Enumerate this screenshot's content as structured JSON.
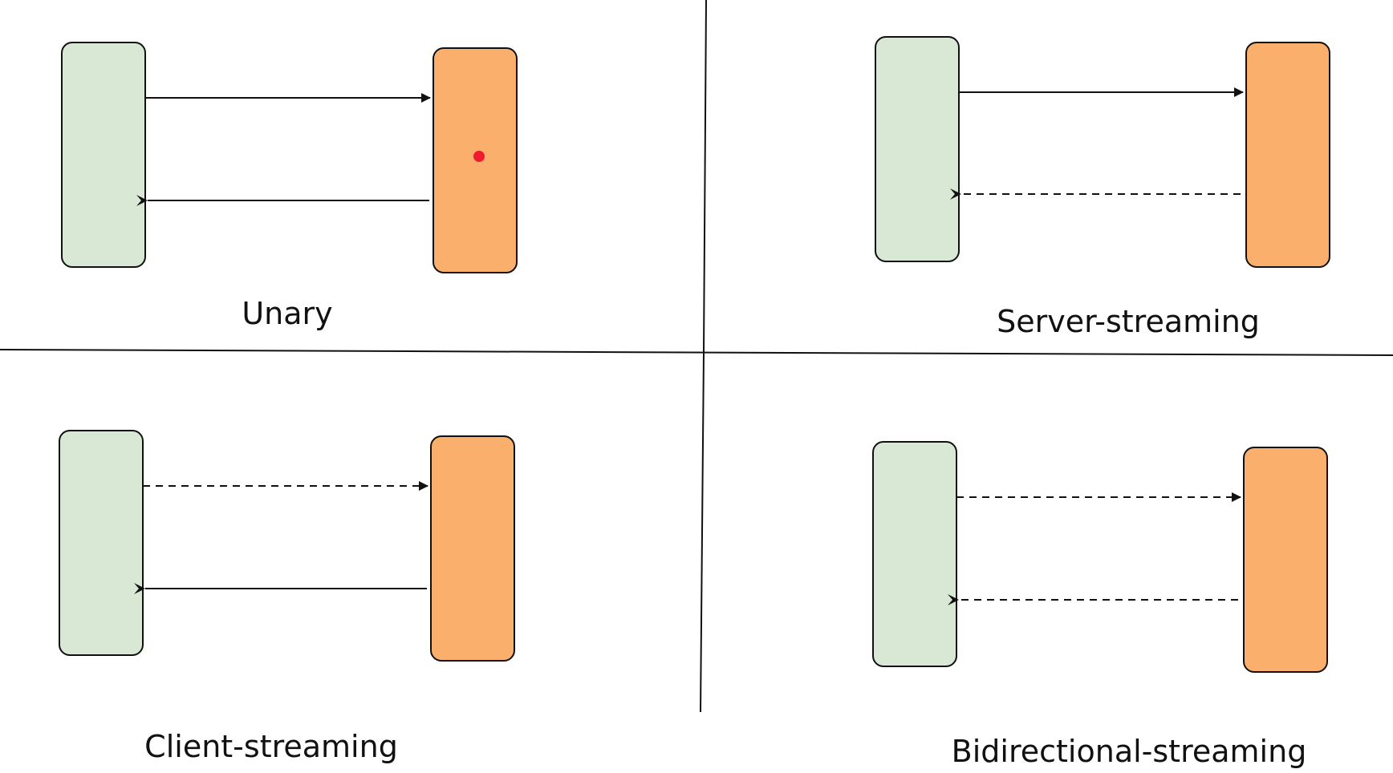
{
  "colors": {
    "client_fill": "#d9e8d4",
    "server_fill": "#fab06c",
    "stroke": "#111111",
    "cursor_dot": "#ee1c2e"
  },
  "panels": [
    {
      "id": "unary",
      "label": "Unary",
      "request": "solid",
      "response": "solid"
    },
    {
      "id": "server-streaming",
      "label": "Server-streaming",
      "request": "solid",
      "response": "dashed"
    },
    {
      "id": "client-streaming",
      "label": "Client-streaming",
      "request": "dashed",
      "response": "solid"
    },
    {
      "id": "bidirectional-streaming",
      "label": "Bidirectional-streaming",
      "request": "dashed",
      "response": "dashed"
    }
  ]
}
